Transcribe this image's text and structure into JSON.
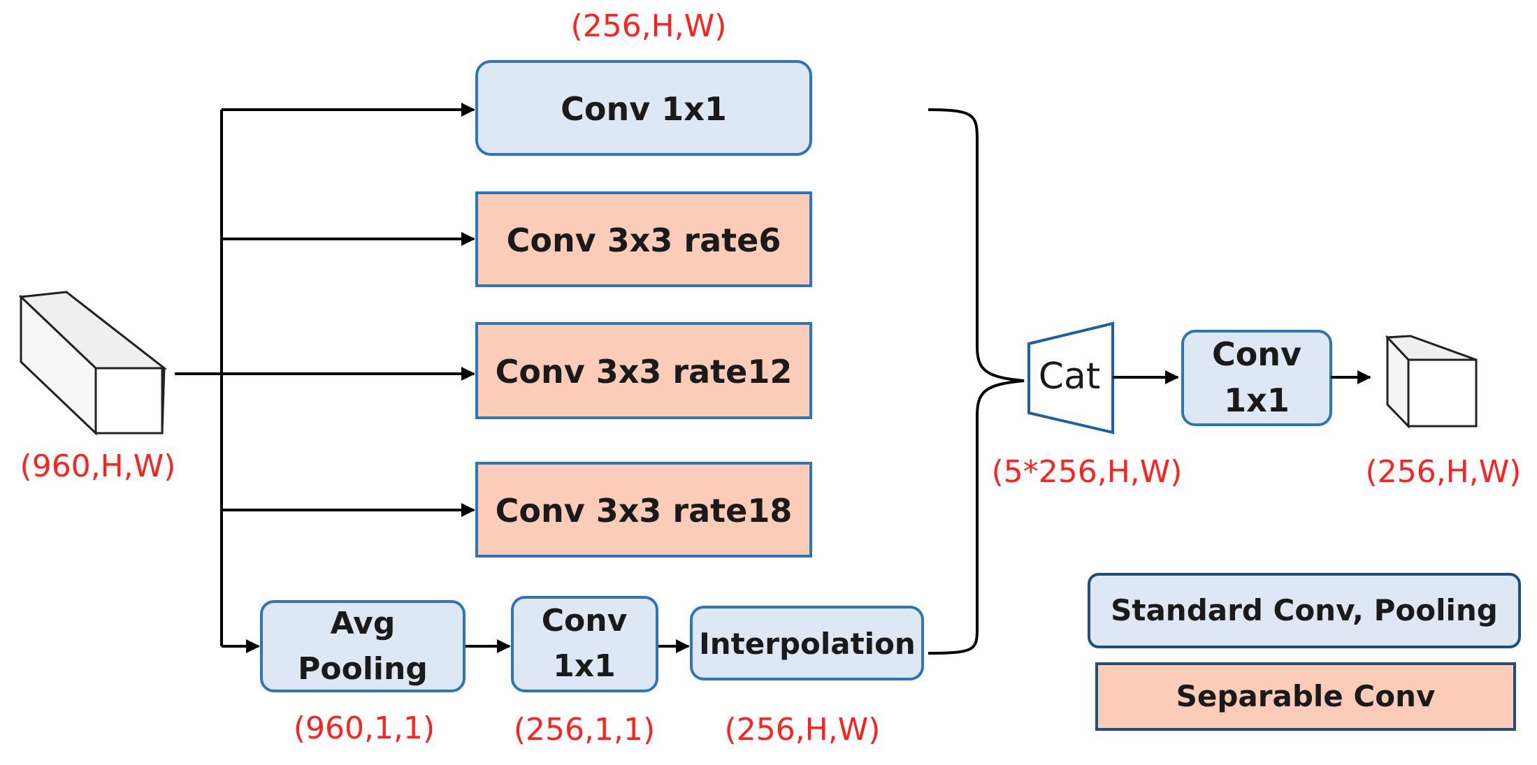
{
  "input": {
    "dim": "(960,H,W)"
  },
  "branches": {
    "conv1x1": {
      "label": "Conv 1x1",
      "dim": "(256,H,W)"
    },
    "conv_rate6": {
      "label": "Conv 3x3 rate6"
    },
    "conv_rate12": {
      "label": "Conv 3x3 rate12"
    },
    "conv_rate18": {
      "label": "Conv 3x3 rate18"
    },
    "pool_branch": {
      "avg_pool": {
        "line1": "Avg",
        "line2": "Pooling",
        "dim": "(960,1,1)"
      },
      "conv": {
        "line1": "Conv",
        "line2": "1x1",
        "dim": "(256,1,1)"
      },
      "interp": {
        "label": "Interpolation",
        "dim": "(256,H,W)"
      }
    }
  },
  "concat": {
    "label": "Cat",
    "dim": "(5*256,H,W)"
  },
  "final_conv": {
    "line1": "Conv",
    "line2": "1x1"
  },
  "output": {
    "dim": "(256,H,W)"
  },
  "legend": {
    "standard": "Standard Conv, Pooling",
    "separable": "Separable Conv"
  },
  "colors": {
    "standard_fill": "#dee8f5",
    "separable_fill": "#fbcdb9",
    "border": "#2e75b6",
    "dimension_text": "#ff2020"
  }
}
